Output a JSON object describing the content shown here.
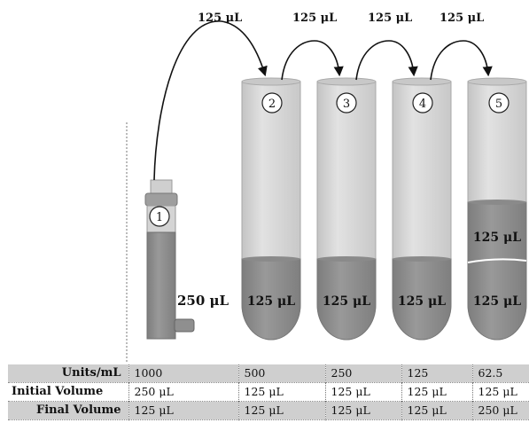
{
  "transfer_labels": [
    "125 μL",
    "125 μL",
    "125 μL",
    "125 μL"
  ],
  "tubes": [
    {
      "number": "1",
      "volume_label": "250 μL"
    },
    {
      "number": "2",
      "volume_label": "125 μL"
    },
    {
      "number": "3",
      "volume_label": "125 μL"
    },
    {
      "number": "4",
      "volume_label": "125 μL"
    },
    {
      "number": "5",
      "volume_label": "125 μL",
      "added_label": "125 μL"
    }
  ],
  "colors": {
    "liquid": "#8c8c8c",
    "tube": "#d6d6d6",
    "rim": "#bdbdbd",
    "arrow": "#111111"
  },
  "table": {
    "rows": [
      {
        "label": "Units/mL",
        "values": [
          "1000",
          "500",
          "250",
          "125",
          "62.5"
        ],
        "style": "shaded"
      },
      {
        "label": "Initial Volume",
        "values": [
          "250 μL",
          "125 μL",
          "125 μL",
          "125 μL",
          "125 μL"
        ],
        "style": "plain"
      },
      {
        "label": "Final Volume",
        "values": [
          "125 μL",
          "125 μL",
          "125 μL",
          "125 μL",
          "250 μL"
        ],
        "style": "shaded"
      }
    ]
  }
}
